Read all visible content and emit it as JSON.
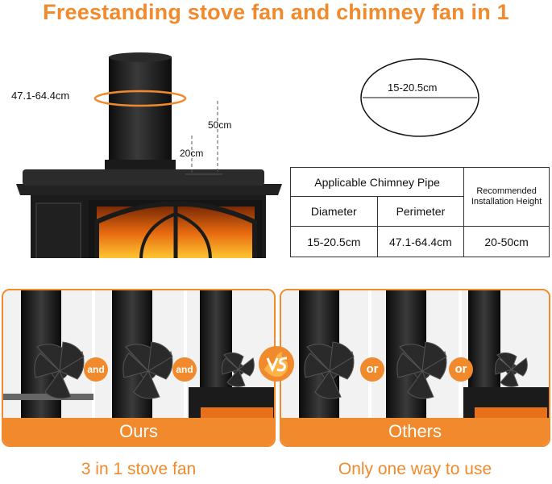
{
  "title": "Freestanding stove fan and chimney fan in 1",
  "dimensions": {
    "perimeter_label": "47.1-64.4cm",
    "height_max_label": "50cm",
    "height_min_label": "20cm",
    "diameter_label": "15-20.5cm"
  },
  "table": {
    "header_main": "Applicable Chimney Pipe",
    "header_side": "Recommended Installation Height",
    "col_diameter": "Diameter",
    "col_perimeter": "Perimeter",
    "val_diameter": "15-20.5cm",
    "val_perimeter": "47.1-64.4cm",
    "val_height": "20-50cm"
  },
  "comparison": {
    "ours": {
      "band": "Ours",
      "connector": "and",
      "caption": "3 in 1 stove fan"
    },
    "others": {
      "band": "Others",
      "connector": "or",
      "caption": "Only one way to use"
    },
    "vs_icon": "vs-flame-icon"
  },
  "colors": {
    "accent": "#f08a2c",
    "dark": "#1b1b1b"
  }
}
